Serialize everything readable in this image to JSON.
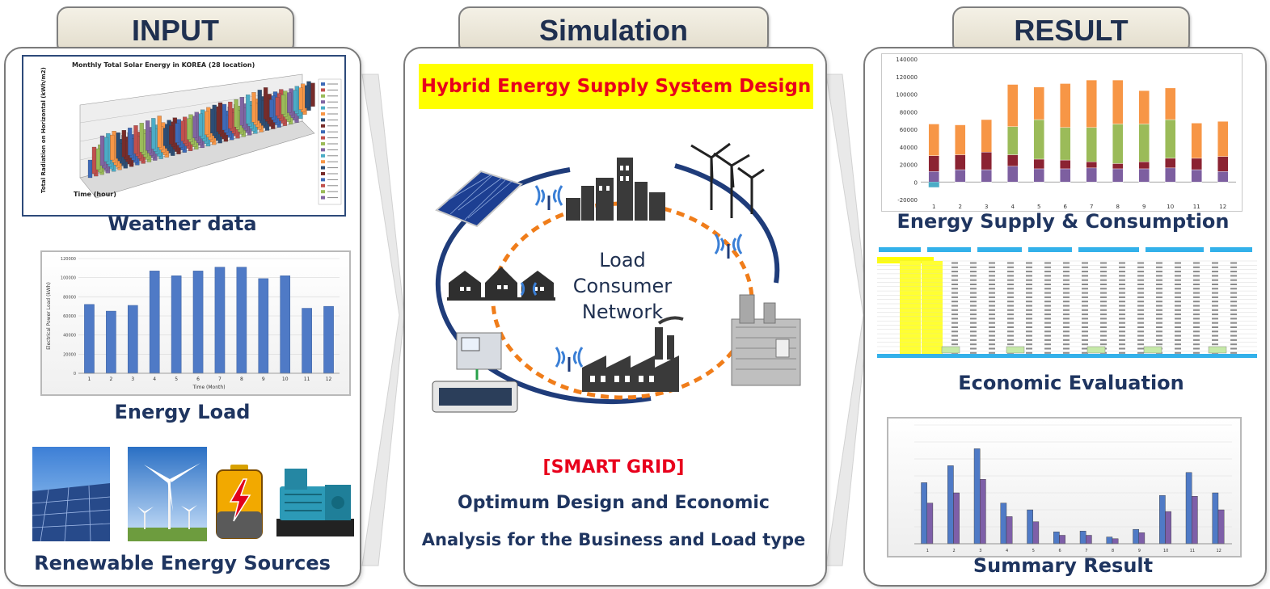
{
  "headers": {
    "input": "INPUT",
    "simulation": "Simulation",
    "result": "RESULT"
  },
  "input": {
    "weather_title": "Monthly Total Solar Energy in KOREA (28 location)",
    "weather_ylabel": "Total Radiation on Horizontal (kWh/m2)",
    "weather_xlabel": "Time (hour)",
    "weather_caption": "Weather data",
    "load_caption": "Energy Load",
    "renewable_caption": "Renewable Energy Sources"
  },
  "simulation": {
    "banner": "Hybrid Energy Supply System Design",
    "network_line1": "Load",
    "network_line2": "Consumer",
    "network_line3": "Network",
    "smart_grid": "[SMART GRID]",
    "desc_line1": "Optimum Design and Economic",
    "desc_line2": "Analysis for the Business and Load type"
  },
  "result": {
    "supply_caption": "Energy Supply & Consumption",
    "economic_caption": "Economic Evaluation",
    "summary_caption": "Summary Result"
  },
  "colors": {
    "banner_bg": "#ffff00",
    "banner_text": "#e8001c",
    "caption": "#1f3560",
    "smart_grid": "#e8001c",
    "bar_blue": "#4f7ac6",
    "bar_purple": "#7e5fa8",
    "bar_orange": "#f79646",
    "bar_green": "#9bbb59",
    "bar_darkred": "#8b2332",
    "bar_violet": "#7d5fa0"
  },
  "chart_data": [
    {
      "type": "bar",
      "ylabel": "Electrical Power Load (kWh)",
      "xlabel": "Time (Month)",
      "categories": [
        "1",
        "2",
        "3",
        "4",
        "5",
        "6",
        "7",
        "8",
        "9",
        "10",
        "11",
        "12"
      ],
      "values": [
        72000,
        65000,
        71000,
        107000,
        102000,
        107000,
        111000,
        111000,
        99000,
        102000,
        68000,
        70000
      ],
      "ylim": [
        0,
        120000
      ],
      "yticks": [
        "0",
        "20000",
        "40000",
        "60000",
        "80000",
        "100000",
        "120000"
      ]
    },
    {
      "type": "bar",
      "stacked": true,
      "categories": [
        "1",
        "2",
        "3",
        "4",
        "5",
        "6",
        "7",
        "8",
        "9",
        "10",
        "11",
        "12"
      ],
      "ylim": [
        -20000,
        140000
      ],
      "yticks": [
        "-20000",
        "0",
        "20000",
        "40000",
        "60000",
        "80000",
        "100000",
        "120000",
        "140000"
      ],
      "series": [
        {
          "values": [
            12000,
            14000,
            14000,
            18000,
            15000,
            15000,
            16000,
            15000,
            15000,
            16000,
            14000,
            12000
          ]
        },
        {
          "values": [
            18000,
            17000,
            20000,
            13000,
            11000,
            10000,
            7000,
            6000,
            8000,
            11000,
            13000,
            17000
          ]
        },
        {
          "values": [
            0,
            0,
            0,
            32000,
            45000,
            37000,
            39000,
            45000,
            43000,
            44000,
            0,
            0
          ]
        },
        {
          "values": [
            36000,
            34000,
            37000,
            48000,
            37000,
            50000,
            54000,
            50000,
            38000,
            36000,
            40000,
            40000
          ]
        },
        {
          "values": [
            -6000,
            0,
            0,
            0,
            0,
            0,
            0,
            0,
            0,
            0,
            0,
            0
          ]
        }
      ]
    },
    {
      "type": "bar",
      "categories": [
        "1",
        "2",
        "3",
        "4",
        "5",
        "6",
        "7",
        "8",
        "9",
        "10",
        "11",
        "12"
      ],
      "ylim": [
        0,
        14
      ],
      "series": [
        {
          "values": [
            7.2,
            9.2,
            11.2,
            4.8,
            4.0,
            1.4,
            1.5,
            0.8,
            1.7,
            5.7,
            8.4,
            6.0
          ]
        },
        {
          "values": [
            4.8,
            6.0,
            7.6,
            3.2,
            2.6,
            1.0,
            1.0,
            0.6,
            1.3,
            3.8,
            5.6,
            4.0
          ]
        }
      ]
    }
  ]
}
